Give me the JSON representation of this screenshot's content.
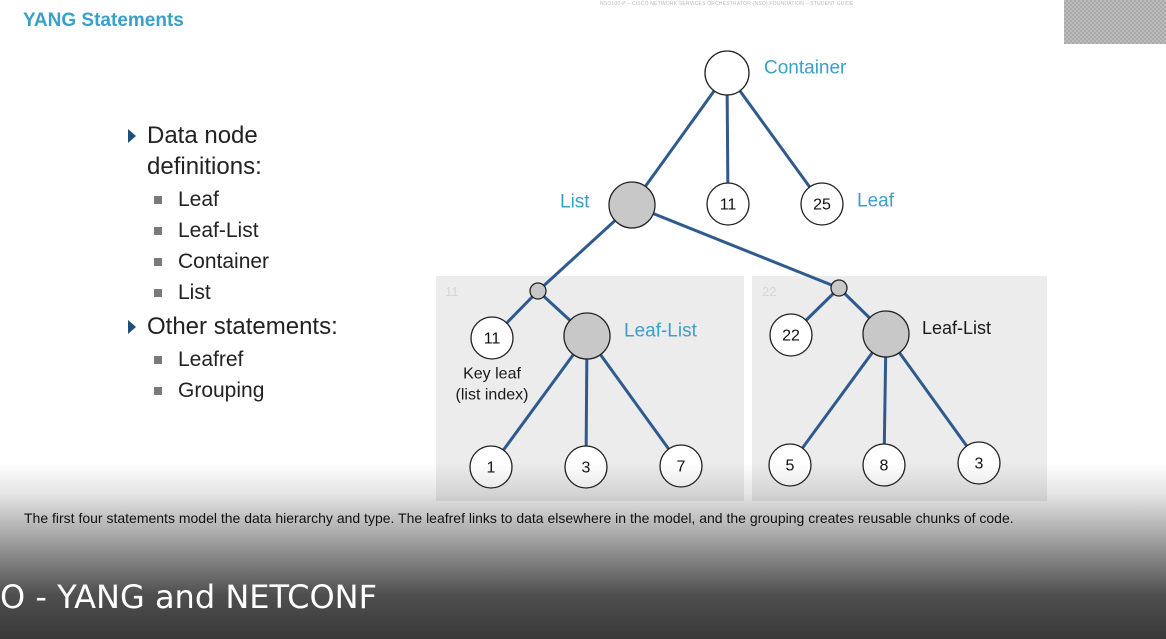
{
  "slide": {
    "title": "YANG Statements",
    "header_note": "NSO100-P – CISCO NETWORK SERVICES ORCHESTRATOR (NSO) FOUNDATION – STUDENT GUIDE",
    "bullets": [
      {
        "text": "Data node definitions:",
        "subitems": [
          "Leaf",
          "Leaf-List",
          "Container",
          "List"
        ]
      },
      {
        "text": "Other statements:",
        "subitems": [
          "Leafref",
          "Grouping"
        ]
      }
    ],
    "diagram": {
      "container_label": "Container",
      "list_label": "List",
      "leaf_label": "Leaf",
      "top_leaf_values": [
        "11",
        "25"
      ],
      "entries": [
        {
          "panel_number": "11",
          "key_value": "11",
          "key_label": "Key leaf",
          "key_sublabel": "(list index)",
          "leaflist_label": "Leaf-List",
          "leaflist_values": [
            "1",
            "3",
            "7"
          ]
        },
        {
          "panel_number": "22",
          "key_value": "22",
          "leaflist_label": "Leaf-List",
          "leaflist_values": [
            "5",
            "8",
            "3"
          ]
        }
      ]
    },
    "caption": "The first four statements model the data hierarchy and type. The leafref links to data elsewhere in the model, and the grouping creates reusable chunks of code."
  },
  "player": {
    "video_title": "O - YANG and NETCONF"
  },
  "colors": {
    "accent": "#3aa0c8",
    "edge": "#2e5a8e",
    "node_gray": "#c8c8c8",
    "panel_bg": "#ececec"
  }
}
